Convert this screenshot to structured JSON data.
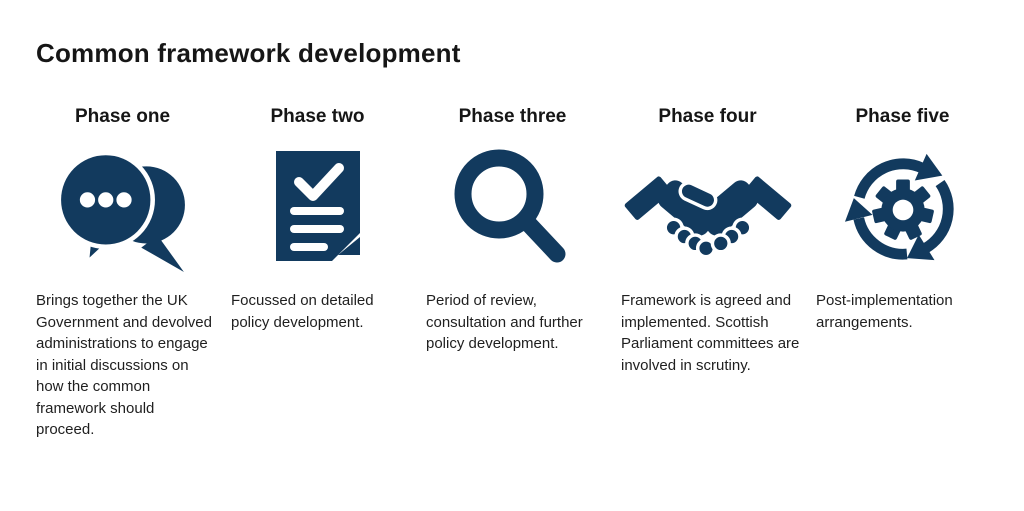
{
  "title": "Common framework development",
  "colors": {
    "icon": "#123a5e",
    "title": "#161616",
    "body": "#1f1f1f",
    "background": "#ffffff"
  },
  "phases": [
    {
      "heading": "Phase one",
      "icon": "chat-bubbles-icon",
      "description": "Brings together the UK Government and devolved administrations to engage in initial discussions on how the common framework should proceed."
    },
    {
      "heading": "Phase two",
      "icon": "checklist-document-icon",
      "description": "Focussed on detailed policy development."
    },
    {
      "heading": "Phase three",
      "icon": "magnifying-glass-icon",
      "description": "Period of review, consultation and further policy development."
    },
    {
      "heading": "Phase four",
      "icon": "handshake-icon",
      "description": "Framework is agreed and implemented. Scottish Parliament committees are involved in scrutiny."
    },
    {
      "heading": "Phase five",
      "icon": "cycle-gear-icon",
      "description": "Post-implementation arrangements."
    }
  ]
}
